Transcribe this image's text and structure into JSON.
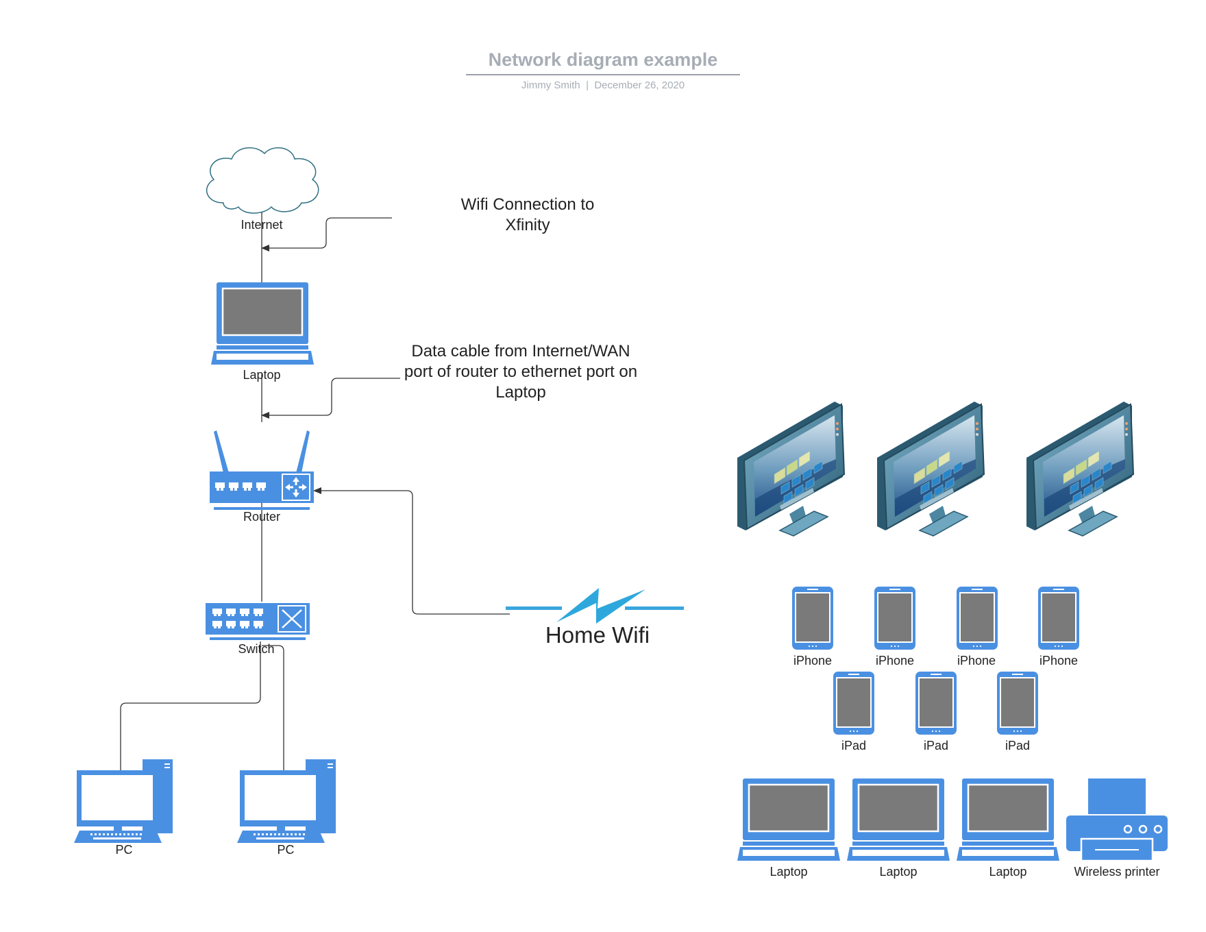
{
  "header": {
    "title": "Network diagram example",
    "author": "Jimmy Smith",
    "separator": "|",
    "date": "December 26, 2020"
  },
  "nodes": {
    "internet": "Internet",
    "laptop": "Laptop",
    "router": "Router",
    "switch": "Switch",
    "pc_1": "PC",
    "pc_2": "PC"
  },
  "annotations": {
    "wifi_line1": "Wifi Connection to",
    "wifi_line2": "Xfinity",
    "cable_line1": "Data cable from Internet/WAN",
    "cable_line2": "port of router to ethernet port on",
    "cable_line3": "Laptop",
    "home_wifi": "Home Wifi"
  },
  "devices": {
    "iphones": [
      "iPhone",
      "iPhone",
      "iPhone",
      "iPhone"
    ],
    "ipads": [
      "iPad",
      "iPad",
      "iPad"
    ],
    "laptops": [
      "Laptop",
      "Laptop",
      "Laptop"
    ],
    "printer": "Wireless printer"
  },
  "colors": {
    "device_blue": "#4a90e2",
    "screen_gray": "#7a7a7a",
    "line": "#333333",
    "wifi_blue": "#3aa6dd",
    "monitor_teal": "#3c7a95"
  }
}
